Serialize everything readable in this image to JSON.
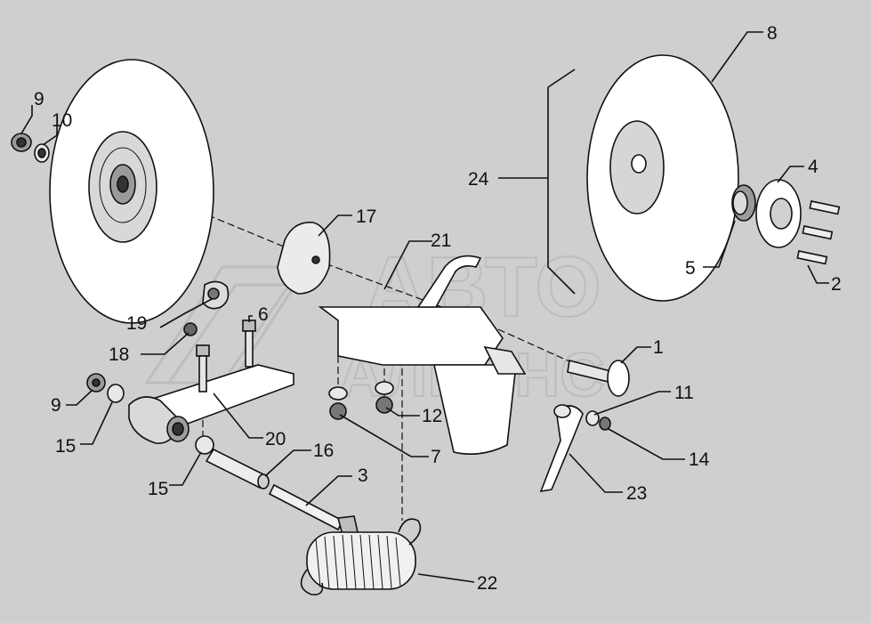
{
  "watermark": {
    "line1": "АВТО",
    "line2": "АЛЬЯНС"
  },
  "callouts": [
    "1",
    "2",
    "3",
    "4",
    "5",
    "6",
    "7",
    "8",
    "9",
    "9",
    "10",
    "11",
    "12",
    "14",
    "15",
    "15",
    "16",
    "17",
    "18",
    "19",
    "20",
    "21",
    "22",
    "23",
    "24"
  ]
}
